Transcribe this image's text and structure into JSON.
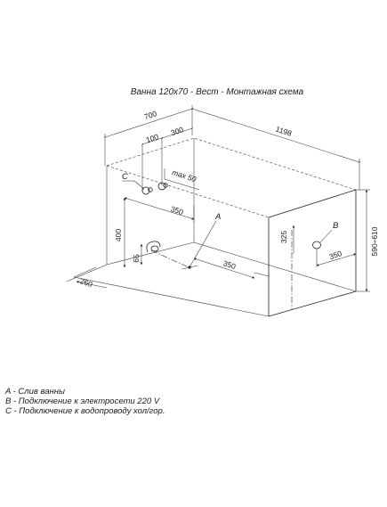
{
  "title": "Ванна 120х70 - Вест - Монтажная схема",
  "dimensions": {
    "width_700": "700",
    "length_1198": "1198",
    "d100": "100",
    "d300": "300",
    "max50": "max 50",
    "d350_top": "350",
    "d400": "400",
    "d65": "65",
    "d260": "260",
    "d350_floor": "350",
    "d325": "325",
    "d350_right": "350",
    "height_590_610": "590÷610"
  },
  "markers": {
    "a": "A",
    "b": "B",
    "c": "C"
  },
  "legend": [
    "A - Слив ванны",
    "B - Подключение к электросети 220 V",
    "C - Подключение к водопроводу хол/гор."
  ]
}
